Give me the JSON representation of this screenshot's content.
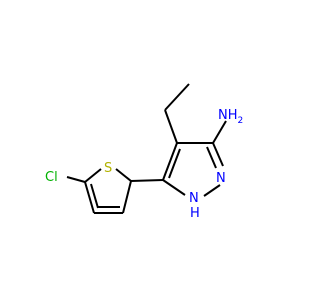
{
  "molecule": {
    "atoms": [
      {
        "id": "n_amine",
        "label": "NH",
        "subscript": "2",
        "color": "#0000ff"
      },
      {
        "id": "n_ring",
        "label": "N",
        "color": "#0000ff"
      },
      {
        "id": "nh_ring",
        "label": "N",
        "h_label": "H",
        "color": "#0000ff"
      },
      {
        "id": "s_thiophene",
        "label": "S",
        "color": "#b2b200"
      },
      {
        "id": "cl",
        "label": "Cl",
        "color": "#00b200"
      }
    ],
    "bond_color": "#000000"
  }
}
